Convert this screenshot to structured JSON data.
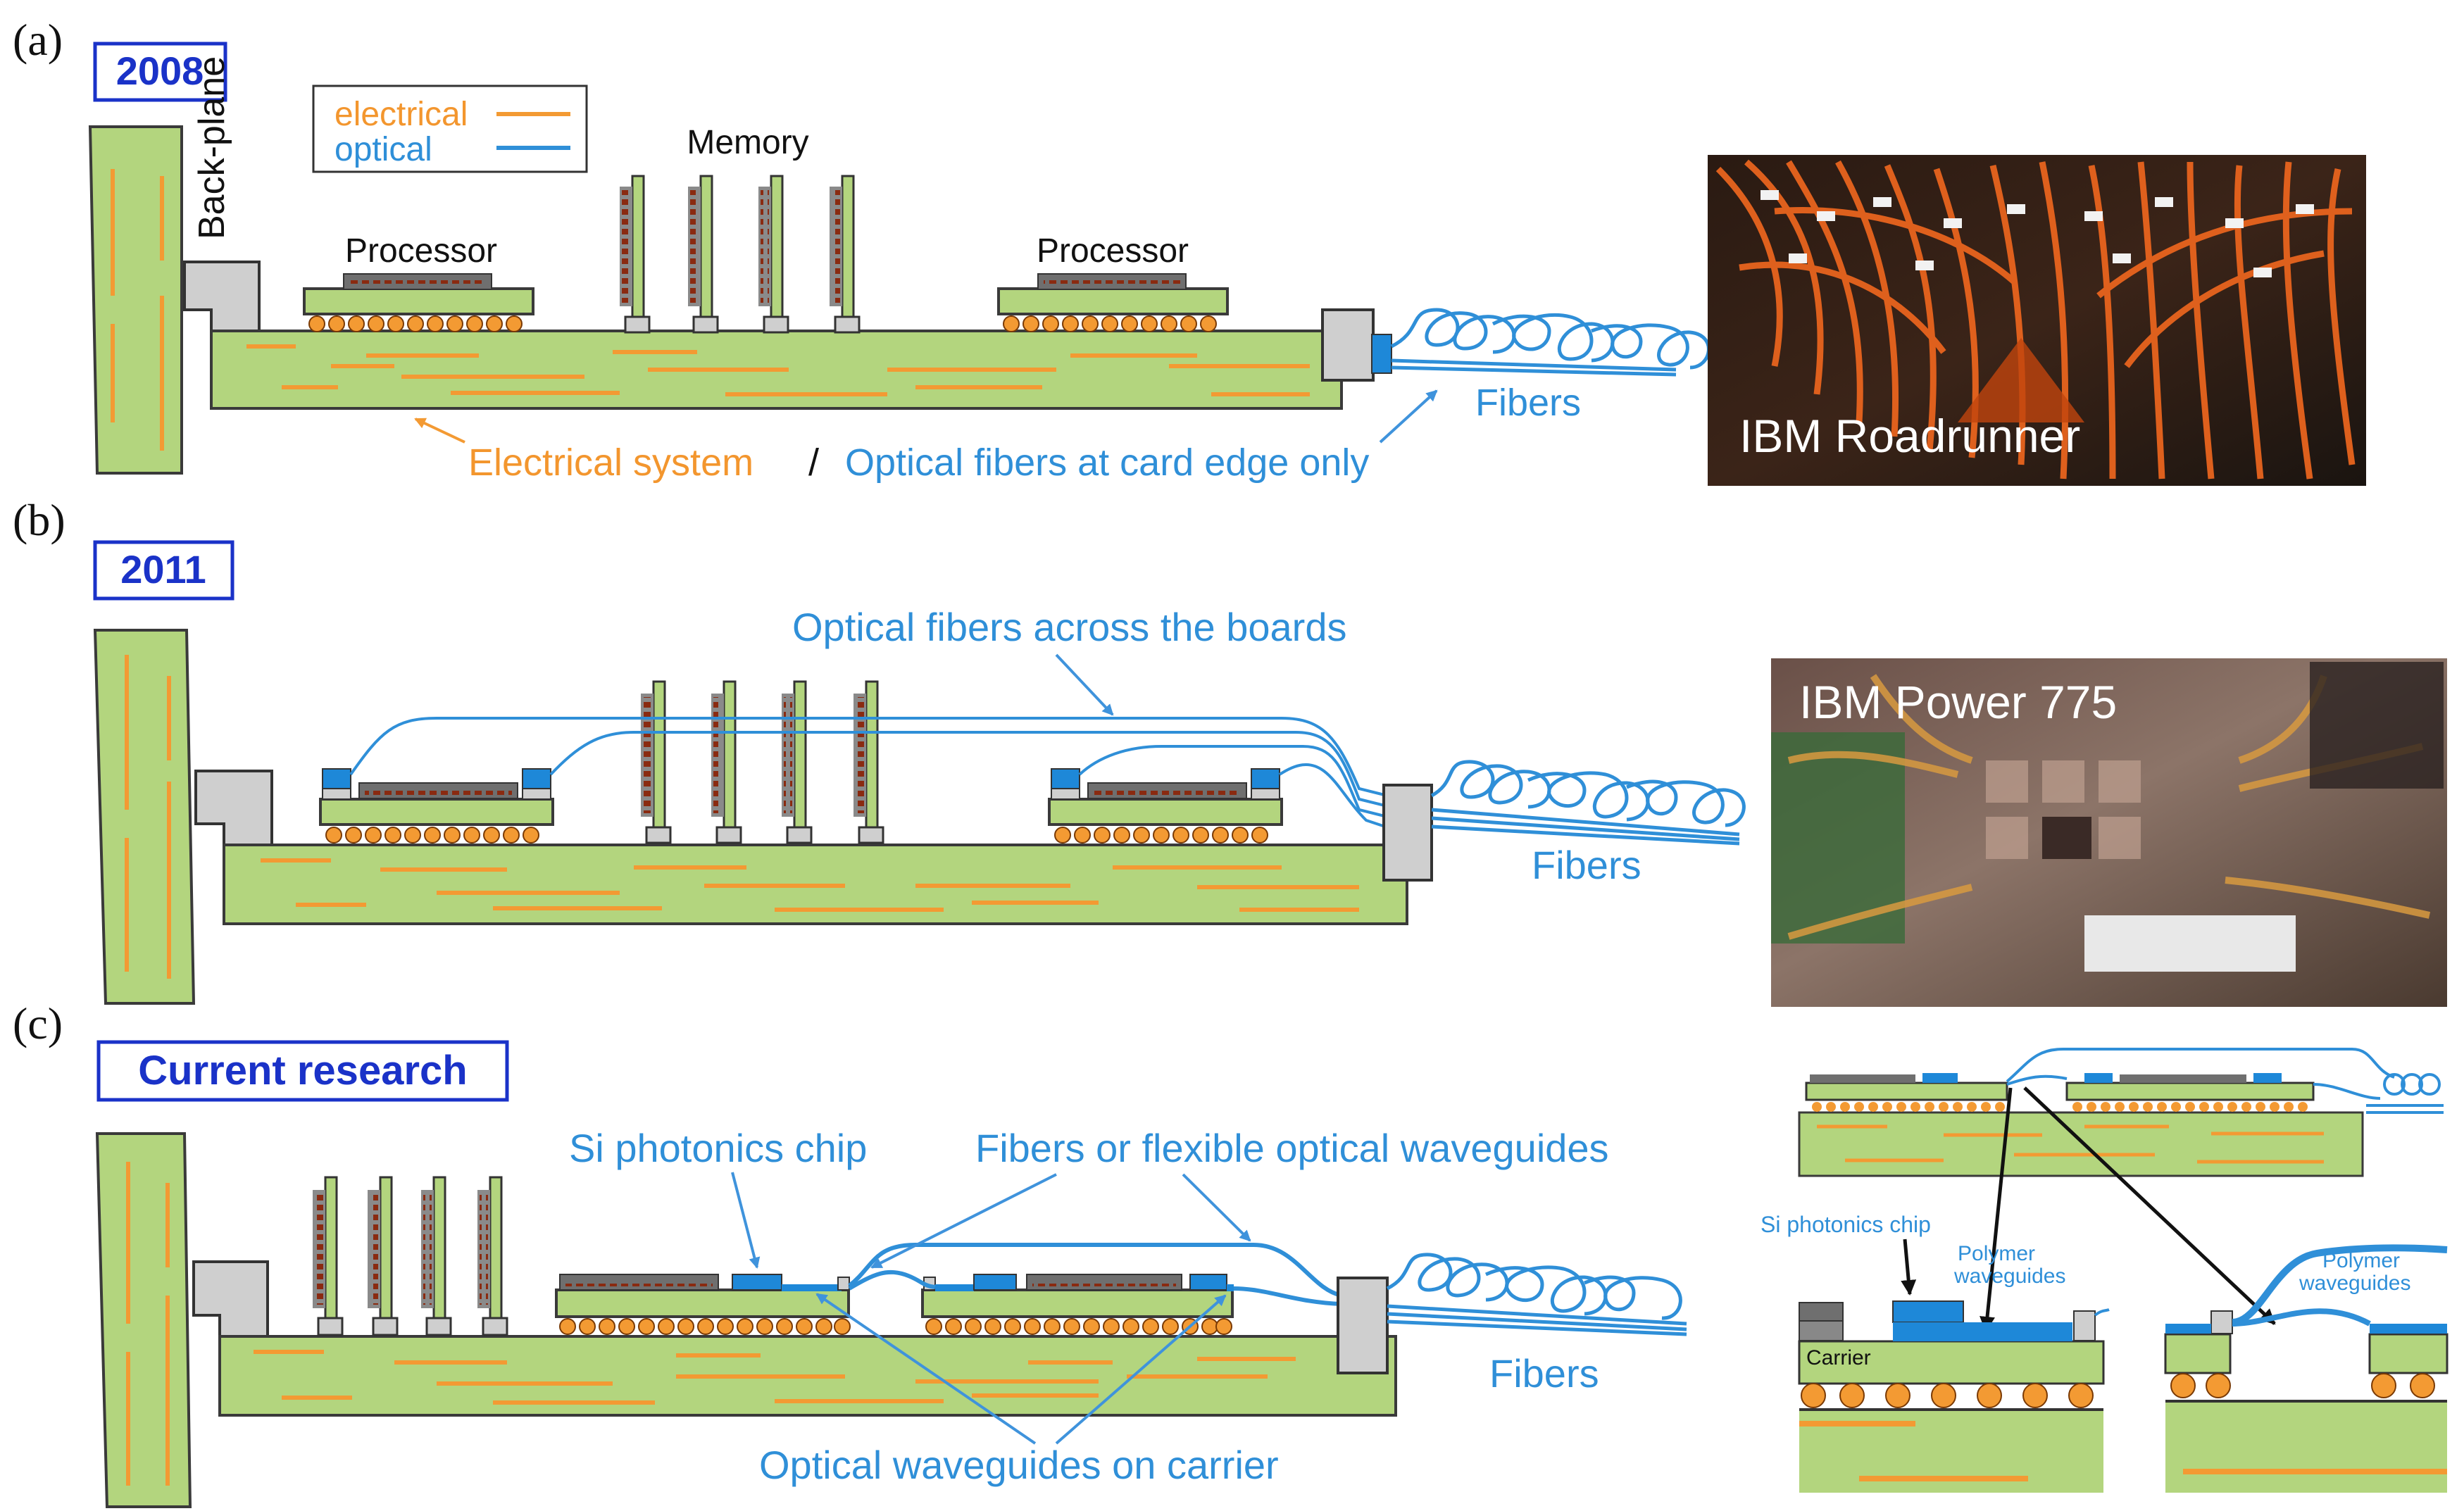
{
  "panels": [
    {
      "label": "(a)",
      "year": "2008"
    },
    {
      "label": "(b)",
      "year": "2011"
    },
    {
      "label": "(c)",
      "year": "Current research"
    }
  ],
  "legend": {
    "electrical": "electrical",
    "optical": "optical"
  },
  "labels_a": {
    "backplane": "Back-plane",
    "memory": "Memory",
    "processor_left": "Processor",
    "processor_right": "Processor",
    "fibers": "Fibers",
    "electrical_system": "Electrical system",
    "slash": "/",
    "optical_edge": "Optical fibers at card edge only"
  },
  "photos": {
    "roadrunner": "IBM Roadrunner",
    "power775": "IBM Power 775"
  },
  "labels_b": {
    "fibers_across": "Optical fibers across the boards",
    "fibers": "Fibers"
  },
  "labels_c": {
    "si_chip": "Si photonics chip",
    "flex": "Fibers or flexible optical waveguides",
    "fibers": "Fibers",
    "waveguides_carrier": "Optical waveguides on carrier"
  },
  "inset": {
    "si_chip": "Si photonics chip",
    "polymer_1": "Polymer",
    "polymer_1b": "waveguides",
    "carrier": "Carrier",
    "polymer_2": "Polymer",
    "polymer_2b": "waveguides"
  },
  "colors": {
    "board": "#b3d57e",
    "board_stroke": "#3a3a3a",
    "electrical": "#f39a33",
    "optical": "#2f8fd8",
    "heading": "#1a32c8",
    "chip": "#6f6f6f",
    "connector": "#cfcfcf",
    "orange_label": "#f3962e"
  }
}
